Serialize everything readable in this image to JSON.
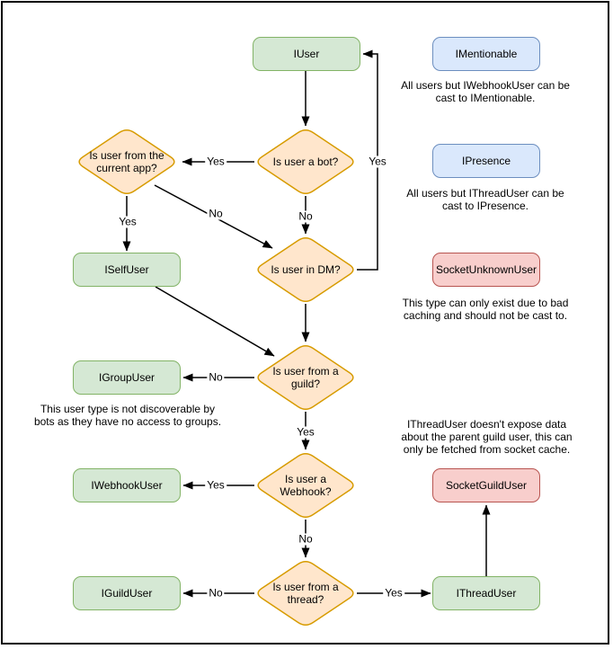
{
  "colors": {
    "green_fill": "#d5e8d4",
    "green_stroke": "#82b366",
    "orange_fill": "#ffe6cc",
    "orange_stroke": "#d79b00",
    "blue_fill": "#dae8fc",
    "blue_stroke": "#6c8ebf",
    "red_fill": "#f8cecc",
    "red_stroke": "#b85450",
    "edge_color": "#000000"
  },
  "nodes": {
    "iuser": "IUser",
    "imentionable": "IMentionable",
    "ipresence": "IPresence",
    "iselfuser": "ISelfUser",
    "socketunknownuser": "SocketUnknownUser",
    "igroupuser": "IGroupUser",
    "iwebhookuser": "IWebhookUser",
    "socketguilduser": "SocketGuildUser",
    "iguilduser": "IGuildUser",
    "ithreaduser": "IThreadUser"
  },
  "decisions": {
    "is_bot": "Is user a bot?",
    "is_current_app": "Is user from the current app?",
    "is_dm": "Is user in DM?",
    "is_guild": "Is user from a guild?",
    "is_webhook": "Is user a Webhook?",
    "is_thread": "Is user from a thread?"
  },
  "edge_labels": {
    "bot_to_current_app": "Yes",
    "bot_to_dm": "No",
    "current_app_to_iselfuser": "Yes",
    "current_app_to_dm": "No",
    "dm_to_iuser": "Yes",
    "guild_to_igroupuser": "No",
    "guild_to_webhook": "Yes",
    "webhook_to_iwebhookuser": "Yes",
    "webhook_to_thread": "No",
    "thread_to_iguilduser": "No",
    "thread_to_ithreaduser": "Yes"
  },
  "notes": {
    "mentionable": "All users but IWebhookUser can be cast to IMentionable.",
    "presence": "All users but IThreadUser can be cast to IPresence.",
    "unknown": "This type can only exist due to bad caching and should not be cast to.",
    "group": "This user type is not discoverable by bots as they have no access to groups.",
    "thread": "IThreadUser doesn't expose data about the parent guild user, this can only be fetched from socket cache."
  }
}
